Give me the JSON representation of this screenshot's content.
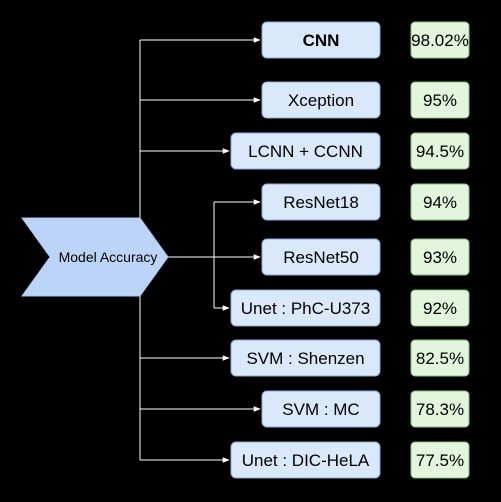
{
  "hub": {
    "label": "Model Accuracy",
    "fill": "#bcd4f8"
  },
  "colors": {
    "model_fill": "#dae8fc",
    "model_stroke": "#8eabd6",
    "accuracy_fill": "#e3f5dc",
    "accuracy_stroke": "#8fbf7e",
    "connector": "#ffffff"
  },
  "models": [
    {
      "name": "CNN",
      "accuracy": "98.02%",
      "bold": true
    },
    {
      "name": "Xception",
      "accuracy": "95%"
    },
    {
      "name": "LCNN + CCNN",
      "accuracy": "94.5%"
    },
    {
      "name": "ResNet18",
      "accuracy": "94%"
    },
    {
      "name": "ResNet50",
      "accuracy": "93%"
    },
    {
      "name": "Unet : PhC-U373",
      "accuracy": "92%"
    },
    {
      "name": "SVM : Shenzen",
      "accuracy": "82.5%"
    },
    {
      "name": "SVM : MC",
      "accuracy": "78.3%"
    },
    {
      "name": "Unet : DIC-HeLA",
      "accuracy": "77.5%"
    }
  ]
}
